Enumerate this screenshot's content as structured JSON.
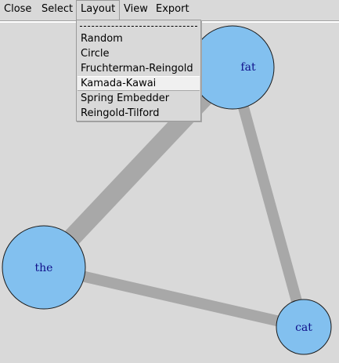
{
  "menubar": {
    "items": [
      {
        "label": "Close"
      },
      {
        "label": "Select"
      },
      {
        "label": "Layout"
      },
      {
        "label": "View"
      },
      {
        "label": "Export"
      }
    ]
  },
  "layout_menu": {
    "items": [
      {
        "label": "Random"
      },
      {
        "label": "Circle"
      },
      {
        "label": "Fruchterman-Reingold"
      },
      {
        "label": "Kamada-Kawai",
        "highlighted": true
      },
      {
        "label": "Spring Embedder"
      },
      {
        "label": "Reingold-Tilford"
      }
    ]
  },
  "graph": {
    "nodes": [
      {
        "id": "fat",
        "label": "fat"
      },
      {
        "id": "the",
        "label": "the"
      },
      {
        "id": "cat",
        "label": "cat"
      }
    ],
    "edges": [
      {
        "source": "fat",
        "target": "the"
      },
      {
        "source": "fat",
        "target": "cat"
      },
      {
        "source": "the",
        "target": "cat"
      }
    ]
  },
  "colors": {
    "background": "#d9d9d9",
    "node_fill": "#82c0ef",
    "node_stroke": "#1a1a1a",
    "node_label": "#10108a",
    "edge": "#a8a8a8"
  }
}
